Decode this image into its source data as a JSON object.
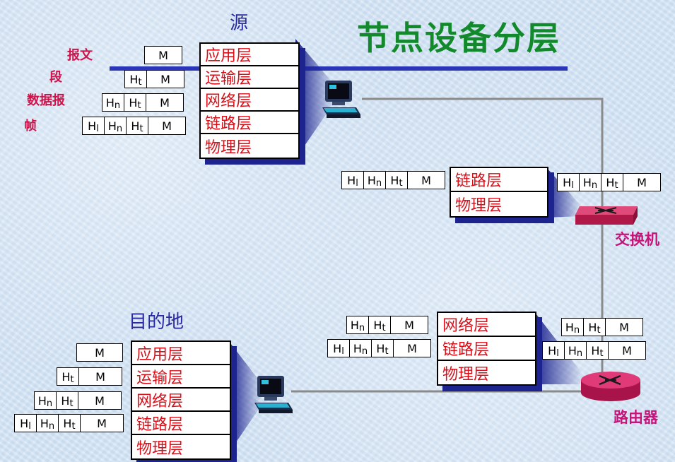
{
  "title": "节点设备分层",
  "source": {
    "label": "源",
    "layers": [
      "应用层",
      "运输层",
      "网络层",
      "链路层",
      "物理层"
    ],
    "unit_labels": [
      "报文",
      "段",
      "数据报",
      "帧"
    ]
  },
  "destination": {
    "label": "目的地",
    "layers": [
      "应用层",
      "运输层",
      "网络层",
      "链路层",
      "物理层"
    ]
  },
  "switch": {
    "label": "交换机",
    "layers": [
      "链路层",
      "物理层"
    ]
  },
  "router": {
    "label": "路由器",
    "layers": [
      "网络层",
      "链路层",
      "物理层"
    ]
  },
  "headers": {
    "m": "M",
    "h_t": {
      "base": "H",
      "sub": "t"
    },
    "h_n": {
      "base": "H",
      "sub": "n"
    },
    "h_l": {
      "base": "H",
      "sub": "l"
    }
  },
  "colors": {
    "title": "#128a2c",
    "layer_text": "#d8101a",
    "node_label": "#2a2aa0",
    "device_label": "#c8137a",
    "unit_label": "#d0124a",
    "stack_shadow": "#1d2490"
  },
  "icons": [
    "computer-icon",
    "switch-icon",
    "router-icon"
  ]
}
